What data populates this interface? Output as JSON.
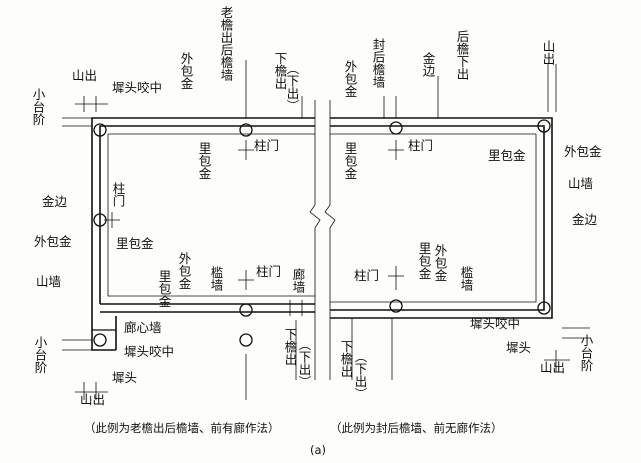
{
  "labels": {
    "tou_yao_zhong": "墀头咬中",
    "shan_chu": "山出",
    "xiao_tai_jie": "小台阶",
    "wai_bao_jin": "外包金",
    "li_bao_jin": "里包金",
    "jin_bian": "金边",
    "shan_qiang": "山墙",
    "zhu_men": "柱门",
    "lao_yan_chu_hou_yan_qiang": "老檐出后檐墙",
    "xia_yan_chu": "下檐出",
    "xia_chu": "（下出）",
    "feng_hou_yan_qiang": "封后檐墙",
    "hou_yan_xia_chu": "后檐下出",
    "lang_xin_qiang": "廊心墙",
    "chi_tou": "墀头",
    "jian_qiang": "槛墙",
    "lang_qiang": "廊墙"
  },
  "captions": {
    "left": "（此例为老檐出后檐墙、前有廊作法）",
    "right": "（此例为封后檐墙、前无廊作法）",
    "figure": "(a)"
  }
}
